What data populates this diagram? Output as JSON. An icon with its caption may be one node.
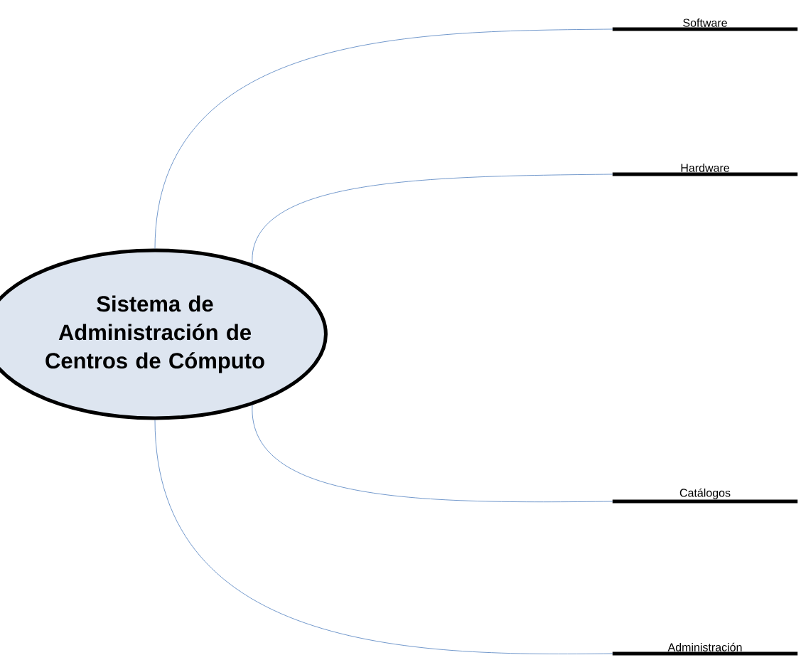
{
  "diagram": {
    "nodes": [
      {
        "text": [
          "Sistema de Administración de Centros de Cómputo"
        ]
      },
      {
        "text": [
          "Software"
        ]
      },
      {
        "text": [
          "Hardware"
        ]
      },
      {
        "text": [
          "Catálogos"
        ]
      },
      {
        "text": [
          "Administración"
        ]
      }
    ],
    "edges": [
      {
        "from": 0,
        "to": 1,
        "arrow": "none",
        "color": "#4f7fbf"
      },
      {
        "from": 0,
        "to": 2,
        "arrow": "none",
        "color": "#4f7fbf"
      },
      {
        "from": 0,
        "to": 3,
        "arrow": "none",
        "color": "#4f7fbf"
      },
      {
        "from": 0,
        "to": 4,
        "arrow": "none",
        "color": "#4f7fbf"
      }
    ]
  }
}
